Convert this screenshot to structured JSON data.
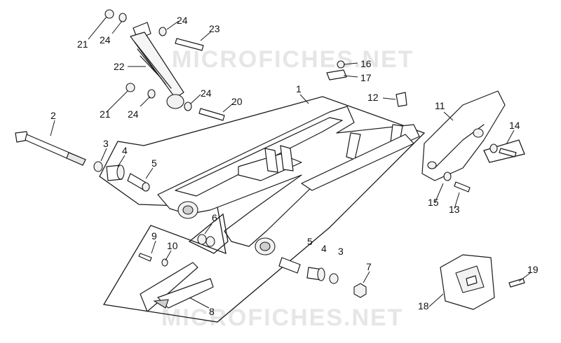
{
  "watermark": {
    "text": "MICROFICHES.NET",
    "color": "#e6e6e6"
  },
  "callouts": [
    "1",
    "2",
    "3",
    "4",
    "5",
    "6",
    "7",
    "8",
    "9",
    "10",
    "11",
    "12",
    "13",
    "14",
    "15",
    "16",
    "17",
    "18",
    "19",
    "20",
    "21",
    "22",
    "23",
    "24"
  ],
  "colors": {
    "line": "#1a1a1a",
    "background": "#ffffff"
  }
}
